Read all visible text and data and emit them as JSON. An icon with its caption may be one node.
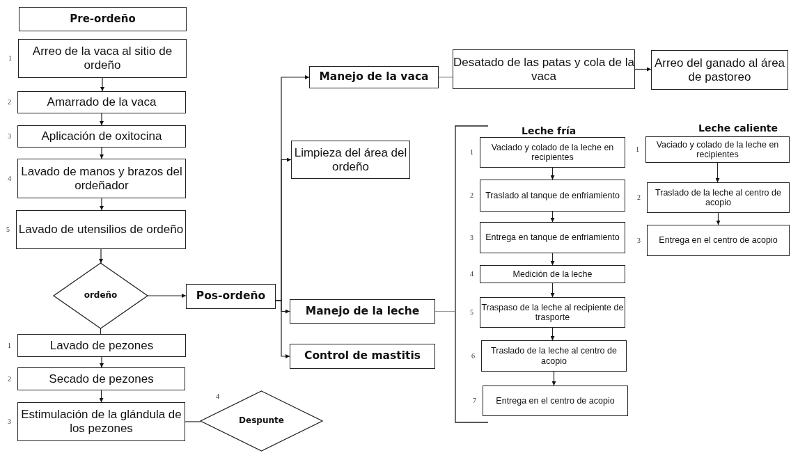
{
  "diagram": {
    "nodes": [
      {
        "text": [
          "Pre-ordeño"
        ]
      },
      {
        "text": [
          "Arreo de la vaca al sitio de ordeño"
        ],
        "beside": [
          "1"
        ]
      },
      {
        "text": [
          "Amarrado de la vaca"
        ],
        "beside": [
          "2"
        ]
      },
      {
        "text": [
          "Aplicación de oxitocina"
        ],
        "beside": [
          "3"
        ]
      },
      {
        "text": [
          "Lavado de manos y brazos del ordeñador"
        ],
        "beside": [
          "4"
        ]
      },
      {
        "text": [
          "Lavado de utensilios de ordeño"
        ],
        "beside": [
          "5"
        ]
      },
      {
        "text": [
          "ordeño"
        ]
      },
      {
        "text": [
          "Pos-ordeño"
        ]
      },
      {
        "text": [
          "Lavado de pezones"
        ],
        "beside": [
          "1"
        ]
      },
      {
        "text": [
          "Secado de pezones"
        ],
        "beside": [
          "2"
        ]
      },
      {
        "text": [
          "Estimulación de la glándula de los pezones"
        ],
        "beside": [
          "3"
        ]
      },
      {
        "text": [
          "Despunte"
        ],
        "beside": [
          "4"
        ]
      },
      {
        "text": [
          "Manejo de la vaca"
        ]
      },
      {
        "text": [
          "Desatado de las patas y cola de la vaca"
        ]
      },
      {
        "text": [
          "Arreo del ganado al área de pastoreo"
        ]
      },
      {
        "text": [
          "Limpieza del área del ordeño"
        ]
      },
      {
        "text": [
          "Manejo de la leche"
        ]
      },
      {
        "text": [
          "Control de mastitis"
        ]
      },
      {
        "text": [
          "Leche fría"
        ]
      },
      {
        "text": [
          "Vaciado y colado de la leche en recipientes"
        ],
        "beside": [
          "1"
        ],
        "in": 18
      },
      {
        "text": [
          "Traslado al tanque de enfriamiento"
        ],
        "beside": [
          "2"
        ],
        "in": 18
      },
      {
        "text": [
          "Entrega en tanque de enfriamiento"
        ],
        "beside": [
          "3"
        ],
        "in": 18
      },
      {
        "text": [
          "Medición de la leche"
        ],
        "beside": [
          "4"
        ],
        "in": 18
      },
      {
        "text": [
          "Traspaso de la leche al recipiente de trasporte"
        ],
        "beside": [
          "5"
        ],
        "in": 18
      },
      {
        "text": [
          "Traslado de la leche al centro de acopio"
        ],
        "beside": [
          "6"
        ],
        "in": 18
      },
      {
        "text": [
          "Entrega en el centro de acopio"
        ],
        "beside": [
          "7"
        ],
        "in": 18
      },
      {
        "text": [
          "Vaciado y colado de la leche en recipientes"
        ],
        "beside": [
          "1"
        ]
      },
      {
        "text": [
          "Traslado de la leche al centro de acopio"
        ],
        "beside": [
          "2"
        ]
      },
      {
        "text": [
          "Entrega en el centro de acopio"
        ],
        "beside": [
          "3"
        ]
      }
    ],
    "edges": [
      {
        "from": 1,
        "to": 2,
        "arrow": "to"
      },
      {
        "from": 2,
        "to": 3,
        "arrow": "to"
      },
      {
        "from": 3,
        "to": 4,
        "arrow": "to"
      },
      {
        "from": 4,
        "to": 5,
        "arrow": "to"
      },
      {
        "from": 5,
        "to": 6,
        "arrow": "to"
      },
      {
        "from": 6,
        "to": 7,
        "arrow": "to"
      },
      {
        "from": 6,
        "to": 8,
        "arrow": "none"
      },
      {
        "from": 8,
        "to": 9,
        "arrow": "to"
      },
      {
        "from": 9,
        "to": 10,
        "arrow": "to"
      },
      {
        "from": 10,
        "to": 11,
        "arrow": "none"
      },
      {
        "from": 7,
        "to": 12,
        "arrow": "to"
      },
      {
        "from": 7,
        "to": 15,
        "arrow": "to"
      },
      {
        "from": 7,
        "to": 16,
        "arrow": "to"
      },
      {
        "from": 7,
        "to": 17,
        "arrow": "to"
      },
      {
        "from": 12,
        "to": 13,
        "arrow": "none",
        "color": "#999999"
      },
      {
        "from": 13,
        "to": 14,
        "arrow": "to"
      },
      {
        "from": 16,
        "to": 18,
        "arrow": "none",
        "color": "#999999"
      },
      {
        "from": 19,
        "to": 20,
        "arrow": "to"
      },
      {
        "from": 20,
        "to": 21,
        "arrow": "to"
      },
      {
        "from": 21,
        "to": 22,
        "arrow": "to"
      },
      {
        "from": 22,
        "to": 23,
        "arrow": "to"
      },
      {
        "from": 23,
        "to": 24,
        "arrow": "to"
      },
      {
        "from": 24,
        "to": 25,
        "arrow": "to"
      },
      {
        "from": 26,
        "to": 27,
        "arrow": "to"
      },
      {
        "from": 27,
        "to": 28,
        "arrow": "to"
      }
    ],
    "labels": [
      "Leche caliente"
    ]
  }
}
